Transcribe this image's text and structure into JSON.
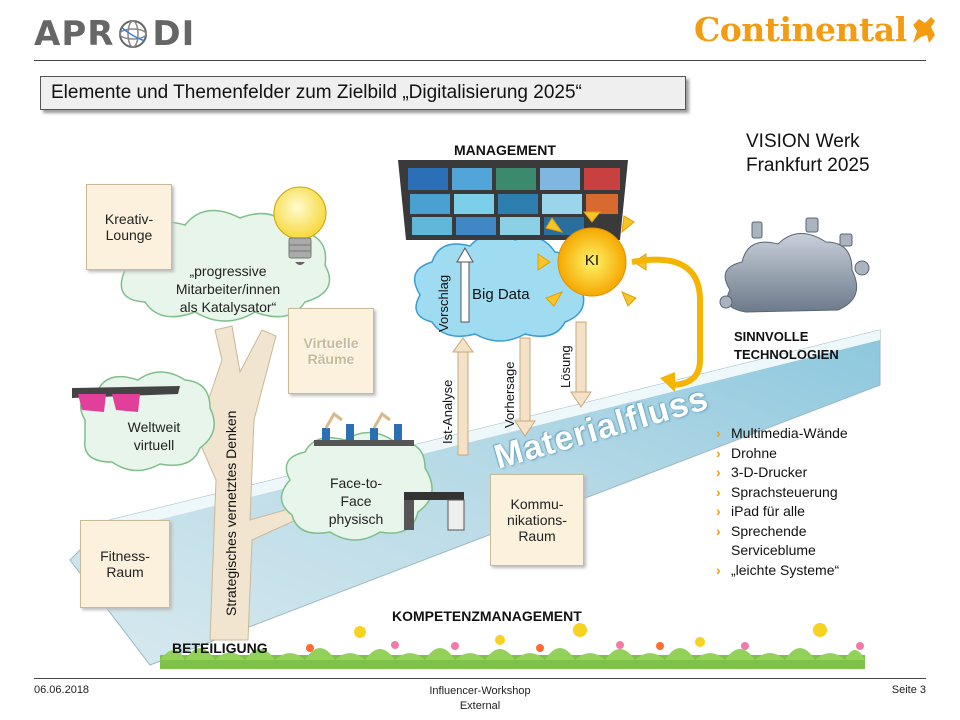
{
  "header": {
    "logo_left_text_a": "APR",
    "logo_left_text_b": "DI",
    "logo_right_text": "Continental"
  },
  "title": "Elemente und Themenfelder zum Zielbild „Digitalisierung 2025“",
  "vision": {
    "line1": "VISION Werk",
    "line2": "Frankfurt 2025"
  },
  "management": "MANAGEMENT",
  "big_data": "Big Data",
  "ki": "KI",
  "vorschlag": "Vorschlag",
  "arrows": {
    "ist_analyse": "Ist-Analyse",
    "vorhersage": "Vorhersage",
    "loesung": "Lösung"
  },
  "materialfluss": "Materialfluss",
  "tree": {
    "trunk_label": "Strategisches vernetztes Denken"
  },
  "rooms": {
    "kreativ": "Kreativ-\nLounge",
    "virtuelle": "Virtuelle\nRäume",
    "fitness": "Fitness-\nRaum",
    "kommunikation": "Kommu-\nnikations-\nRaum"
  },
  "clouds": {
    "progressive": "„progressive\nMitarbeiter/innen\nals Katalysator“",
    "weltweit": "Weltweit\nvirtuell",
    "face": "Face-to-\nFace\nphysisch"
  },
  "sinnvolle": {
    "line1": "SINNVOLLE",
    "line2": "TECHNOLOGIEN"
  },
  "bullets": [
    "Multimedia-Wände",
    "Drohne",
    "3-D-Drucker",
    "Sprachsteuerung",
    "iPad für alle",
    "Sprechende\nServiceblume",
    "„leichte Systeme“"
  ],
  "kompetenz": "KOMPETENZMANAGEMENT",
  "beteiligung": "BETEILIGUNG",
  "footer": {
    "date": "06.06.2018",
    "center1": "Influencer-Workshop",
    "center2": "External",
    "page": "Seite 3"
  },
  "colors": {
    "accent_orange": "#f39c12",
    "cloud_green": "#e8f5ea",
    "big_data_blue": "#9fdcf2",
    "beige": "#fbf1dc"
  }
}
